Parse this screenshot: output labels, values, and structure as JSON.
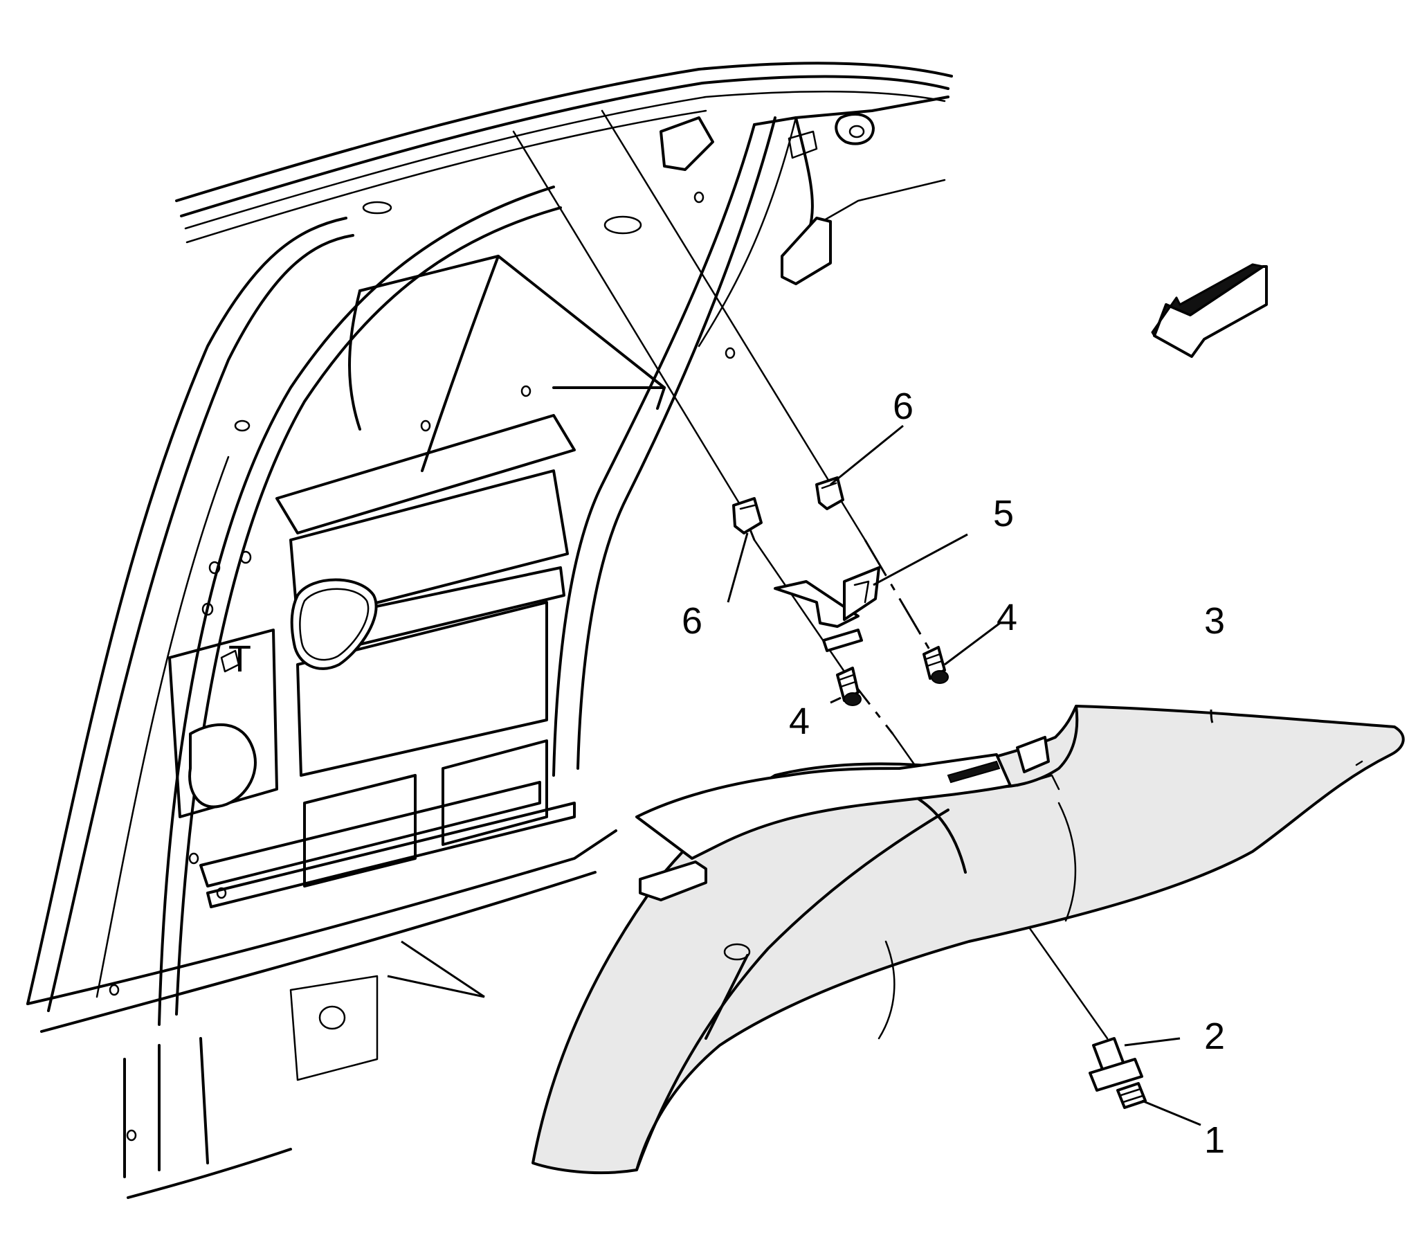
{
  "callouts": {
    "c1": "1",
    "c2": "2",
    "c3": "3",
    "c4a": "4",
    "c4b": "4",
    "c5": "5",
    "c6a": "6",
    "c6b": "6"
  },
  "icons": [
    "orientation-arrow-icon"
  ],
  "colors": {
    "ink": "#000000",
    "panel_fill": "#e9e9e9",
    "background": "#ffffff"
  }
}
